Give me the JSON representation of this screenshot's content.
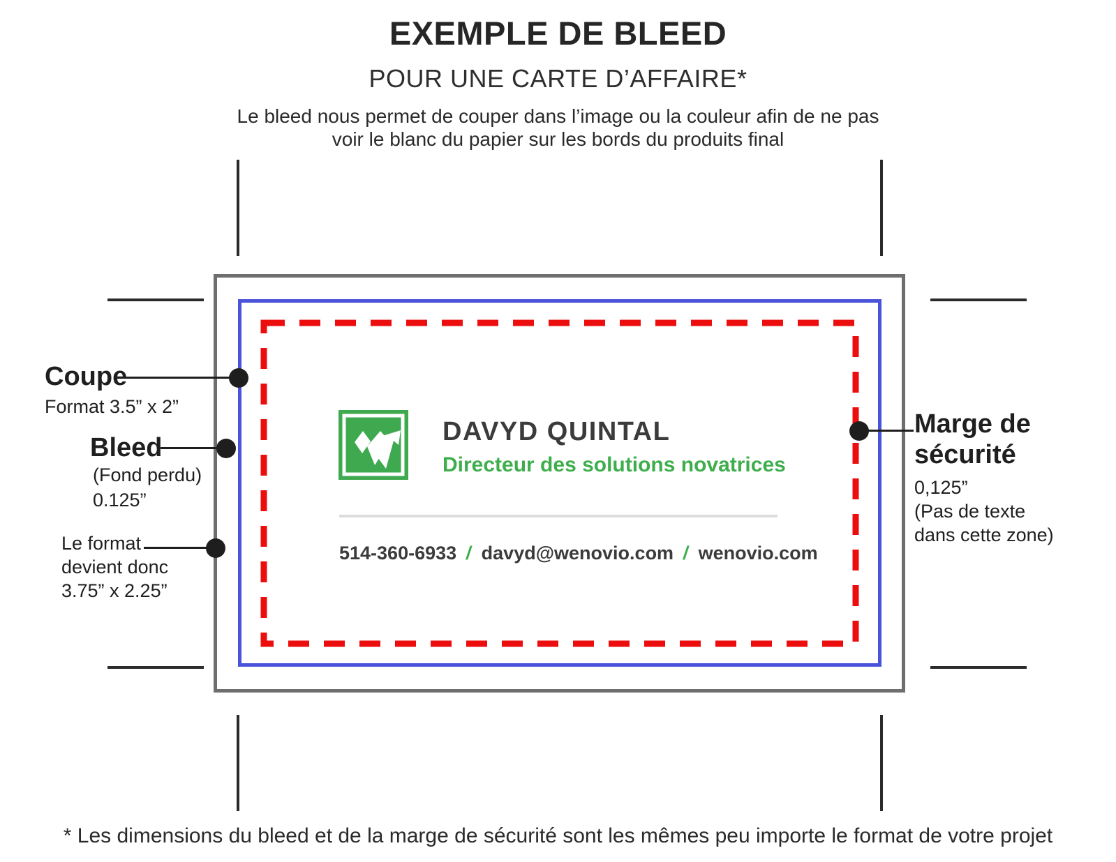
{
  "header": {
    "title": "EXEMPLE DE BLEED",
    "subtitle": "POUR UNE CARTE D’AFFAIRE*",
    "desc1": "Le bleed nous permet de couper dans l’image ou la couleur afin de ne pas",
    "desc2": "voir le blanc du papier sur les bords du produits final"
  },
  "labels": {
    "coupe": {
      "title": "Coupe",
      "sub": "Format 3.5” x 2”"
    },
    "bleed": {
      "title": "Bleed",
      "sub1": "(Fond perdu)",
      "sub2": "0.125”"
    },
    "format": {
      "line1": "Le format",
      "line2": "devient donc",
      "line3": "3.75” x 2.25”"
    },
    "marge": {
      "title": "Marge de sécurité",
      "sub1": "0,125”",
      "sub2": "(Pas de texte",
      "sub3": "dans cette zone)"
    }
  },
  "card": {
    "logo_icon": "wenovio-logo",
    "name": "DAVYD QUINTAL",
    "role": "Directeur des solutions novatrices",
    "phone": "514-360-6933",
    "slash": "/",
    "email": "davyd@wenovio.com",
    "website": "wenovio.com"
  },
  "footer": {
    "note": "* Les dimensions du bleed et de la marge de sécurité sont les mêmes peu importe le format de votre projet"
  },
  "colors": {
    "blue": "#4A53D9",
    "red": "#EC0E0E",
    "green-logo": "#3FA94F",
    "green-text": "#3EAE4D",
    "gray-border": "#6E6E6E",
    "crop": "#2B2B2B",
    "card-text": "#3B3B3B",
    "divider": "#DCDCDC",
    "dot": "#1E1E1E"
  }
}
